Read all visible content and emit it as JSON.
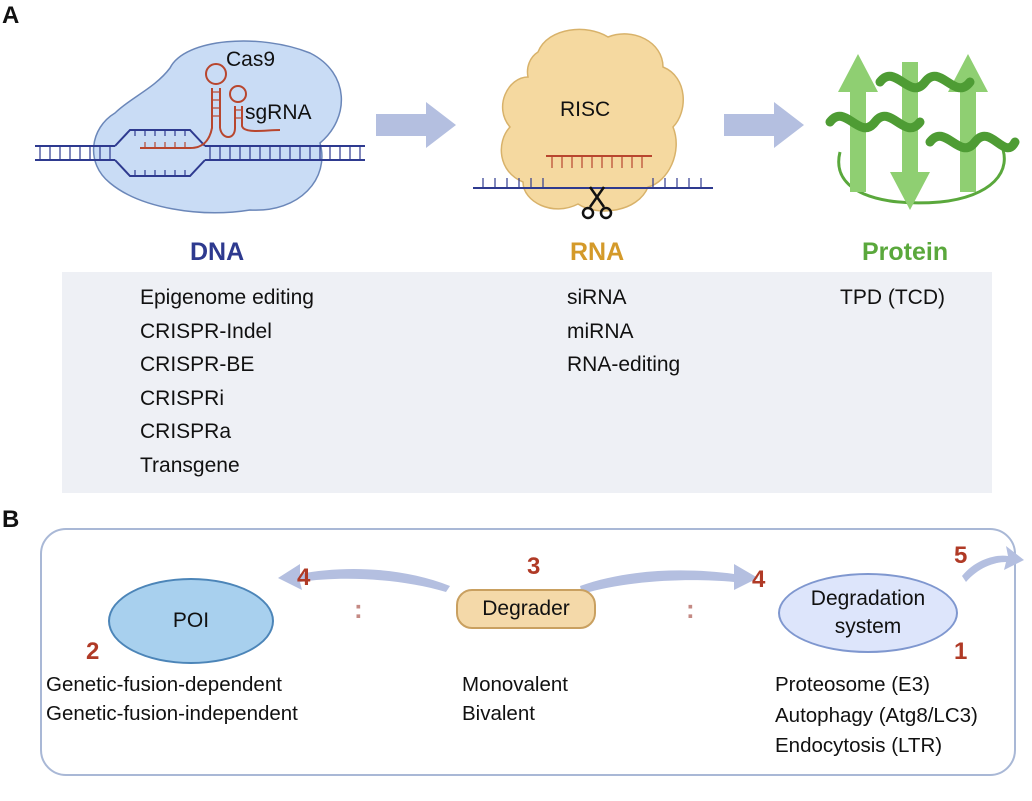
{
  "panel_a": {
    "label": "A",
    "illustration_labels": {
      "cas9": "Cas9",
      "sgrna": "sgRNA",
      "risc": "RISC"
    },
    "columns": [
      {
        "heading": "DNA",
        "color": "#2e3a8f",
        "items": [
          "Epigenome editing",
          "CRISPR-Indel",
          "CRISPR-BE",
          "CRISPRi",
          "CRISPRa",
          "Transgene"
        ]
      },
      {
        "heading": "RNA",
        "color": "#d49a2a",
        "items": [
          "siRNA",
          "miRNA",
          "RNA-editing"
        ]
      },
      {
        "heading": "Protein",
        "color": "#5aa83c",
        "items": [
          "TPD (TCD)"
        ]
      }
    ]
  },
  "panel_b": {
    "label": "B",
    "poi": {
      "label": "POI",
      "number": "2",
      "items": [
        "Genetic-fusion-dependent",
        "Genetic-fusion-independent"
      ]
    },
    "degrader": {
      "label": "Degrader",
      "number": "3",
      "items": [
        "Monovalent",
        "Bivalent"
      ]
    },
    "degradation_system": {
      "line1": "Degradation",
      "line2": "system",
      "number": "1",
      "items": [
        "Proteosome (E3)",
        "Autophagy (Atg8/LC3)",
        "Endocytosis (LTR)"
      ]
    },
    "arrow_numbers": {
      "left": "4",
      "right": "4",
      "exit": "5"
    },
    "separator": ":"
  },
  "colors": {
    "arrow": "#b4bfe0",
    "dna": "#2e3a8f",
    "rna_strand": "#b8462e",
    "cas9": "#c9dcf5",
    "risc": "#f5d9a0",
    "protein": "#6ab84f",
    "accent_red": "#b03a26"
  }
}
